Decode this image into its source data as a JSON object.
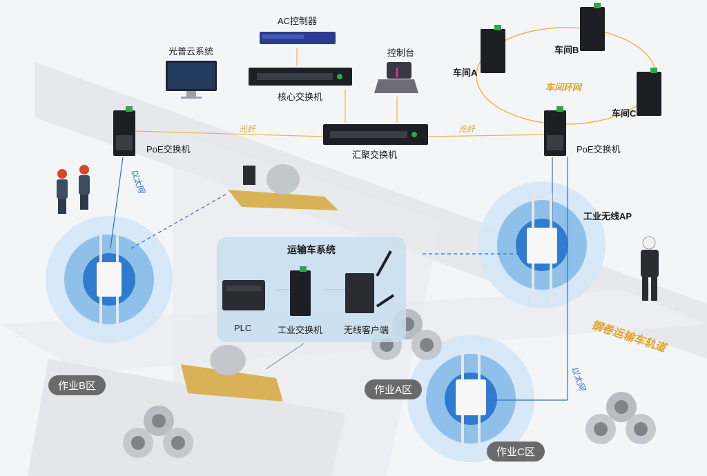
{
  "labels": {
    "ac_controller": "AC控制器",
    "cloud_system": "光普云系统",
    "core_switch": "核心交换机",
    "console": "控制台",
    "aggregation_switch": "汇聚交换机",
    "fiber_left": "光纤",
    "fiber_right": "光纤",
    "poe_switch_left": "PoE交换机",
    "poe_switch_right": "PoE交换机",
    "ethernet_left": "以太网",
    "ethernet_right": "以太网",
    "workshop_a": "车间A",
    "workshop_b": "车间B",
    "workshop_c": "车间C",
    "workshop_ring": "车间环网",
    "industrial_ap": "工业无线AP",
    "transport_system": "运输车系统",
    "plc": "PLC",
    "industrial_switch": "工业交换机",
    "wireless_client": "无线客户端",
    "track": "钢卷运输车轨道"
  },
  "zones": {
    "zone_a": "作业A区",
    "zone_b": "作业B区",
    "zone_c": "作业C区"
  },
  "colors": {
    "fiber": "#e8b64a",
    "ethernet": "#2d6fb5",
    "wireless_outer": "#cfe3f5",
    "wireless_mid": "#8fbfe9",
    "wireless_inner": "#2f7bd0",
    "track": "#e3e5e8",
    "device": "#1d1f24",
    "zone_badge": "#6a6a6a"
  }
}
